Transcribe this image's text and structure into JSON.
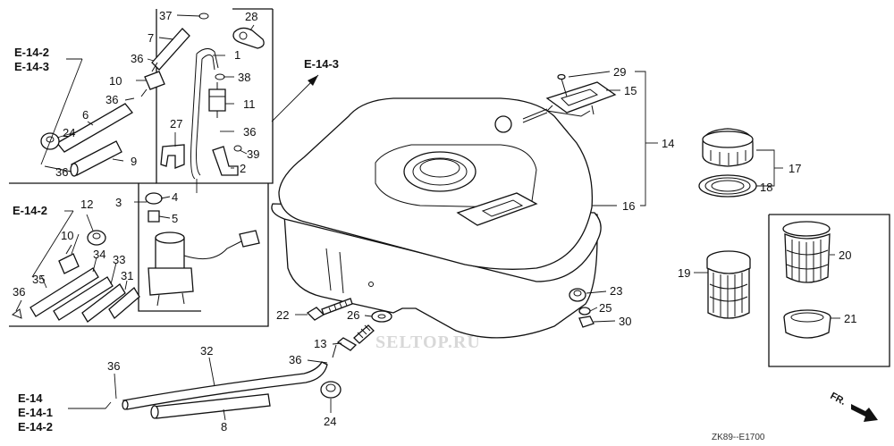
{
  "callouts": {
    "c1": "1",
    "c2": "2",
    "c3": "3",
    "c4": "4",
    "c5": "5",
    "c6": "6",
    "c7": "7",
    "c8": "8",
    "c9": "9",
    "c10a": "10",
    "c10b": "10",
    "c11": "11",
    "c12": "12",
    "c13": "13",
    "c14": "14",
    "c15": "15",
    "c16": "16",
    "c17": "17",
    "c18": "18",
    "c19": "19",
    "c20": "20",
    "c21": "21",
    "c22": "22",
    "c23": "23",
    "c24a": "24",
    "c24b": "24",
    "c25": "25",
    "c26": "26",
    "c27": "27",
    "c28": "28",
    "c29": "29",
    "c30": "30",
    "c31": "31",
    "c32": "32",
    "c33": "33",
    "c34": "34",
    "c35": "35",
    "c36a": "36",
    "c36b": "36",
    "c36c": "36",
    "c36d": "36",
    "c36e": "36",
    "c36f": "36",
    "c36g": "36",
    "c37": "37",
    "c38": "38",
    "c39": "39"
  },
  "refs": {
    "r1a": "E-14-2",
    "r1b": "E-14-3",
    "r2": "E-14-3",
    "r3": "E-14-2",
    "r4a": "E-14",
    "r4b": "E-14-1",
    "r4c": "E-14-2"
  },
  "watermark": "SELTOP.RU",
  "direction": "FR.",
  "diagram_code": "ZK89--E1700"
}
